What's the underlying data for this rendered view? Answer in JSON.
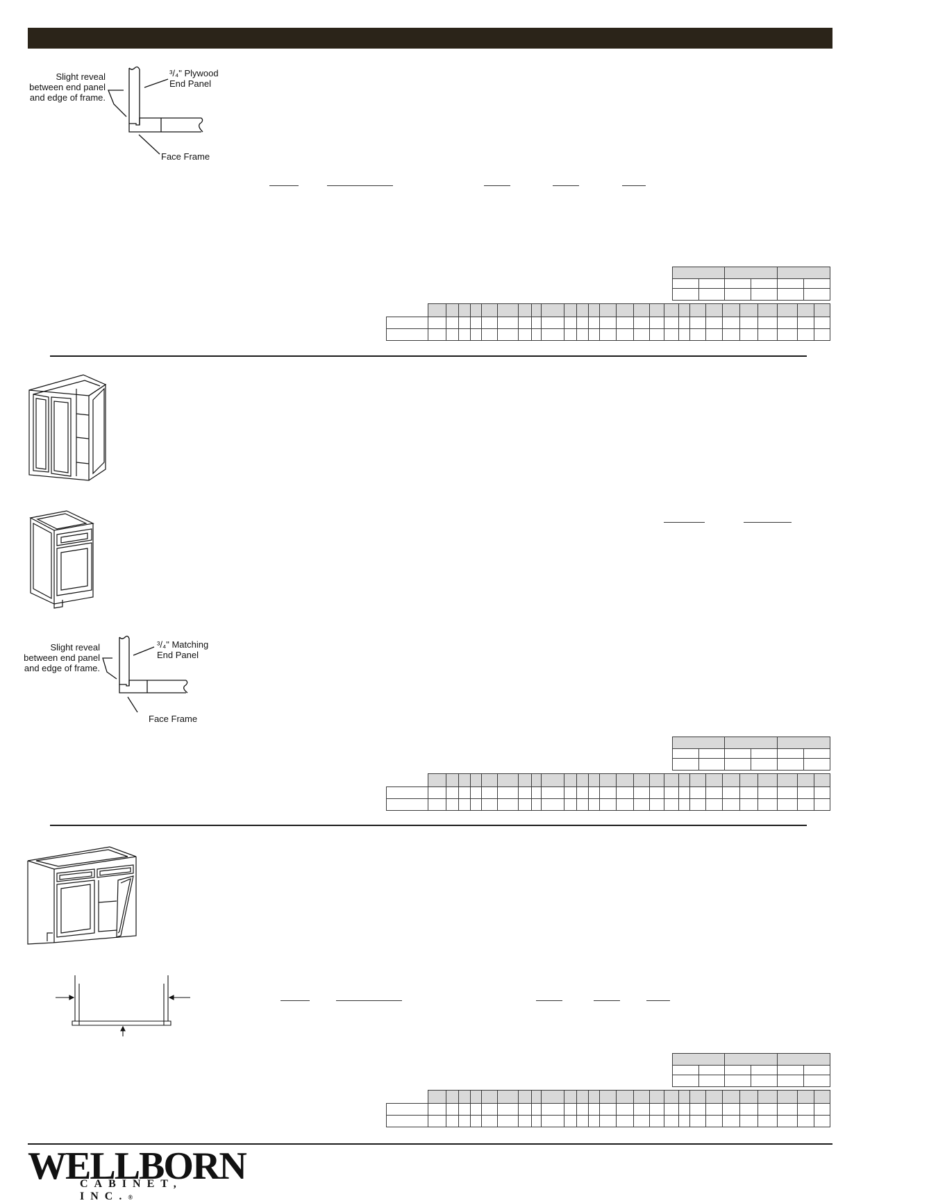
{
  "section1_detail": {
    "reveal_label": [
      "Slight reveal",
      "between end panel",
      "and edge of frame."
    ],
    "panel_label": [
      "³/₄\" Plywood",
      "End Panel"
    ],
    "frame_label": "Face Frame"
  },
  "section2_detail": {
    "reveal_label": [
      "Slight reveal",
      "between end panel",
      "and edge of frame."
    ],
    "panel_label": [
      "³/₄\" Matching",
      "End Panel"
    ],
    "frame_label": "Face Frame"
  },
  "footer": {
    "logo_main": "WELLBORN",
    "logo_sub": "CABINET, INC.",
    "logo_mark": "®"
  }
}
